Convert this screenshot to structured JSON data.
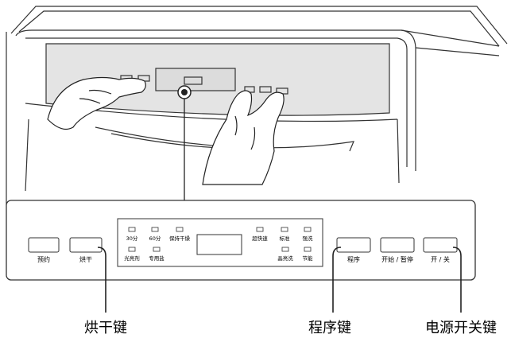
{
  "panel": {
    "buttons": {
      "reserve": "预约",
      "dry": "烘干",
      "program": "程序",
      "start_pause": "开始 / 暂停",
      "power": "开 / 关"
    },
    "indicators_left": {
      "row1": [
        "30分",
        "60分",
        "保持干燥"
      ],
      "row2": [
        "光亮剂",
        "专用盐"
      ]
    },
    "indicators_right": {
      "row1": [
        "超快速",
        "标准",
        "强洗"
      ],
      "row2": [
        "晶亮洗",
        "节能"
      ]
    }
  },
  "callouts": {
    "dry_key": "烘干键",
    "program_key": "程序键",
    "power_key": "电源开关键"
  }
}
